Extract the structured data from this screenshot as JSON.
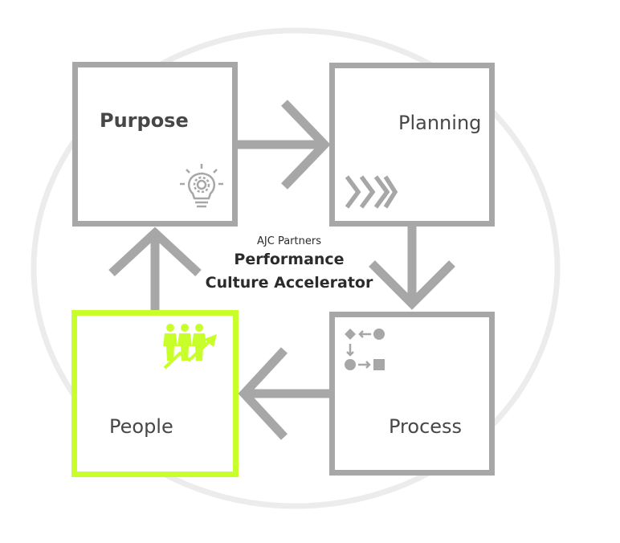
{
  "center": {
    "brand": "AJC Partners",
    "title_line1": "Performance",
    "title_line2": "Culture Accelerator"
  },
  "steps": [
    {
      "id": "purpose",
      "label": "Purpose",
      "icon": "lightbulb-gear-icon"
    },
    {
      "id": "planning",
      "label": "Planning",
      "icon": "chevrons-right-icon"
    },
    {
      "id": "process",
      "label": "Process",
      "icon": "flowchart-shapes-icon"
    },
    {
      "id": "people",
      "label": "People",
      "icon": "people-growth-icon"
    }
  ],
  "colors": {
    "box_border": "#a7a7a7",
    "highlight": "#c8ff2a",
    "text": "#474747",
    "circle": "#ececec"
  }
}
